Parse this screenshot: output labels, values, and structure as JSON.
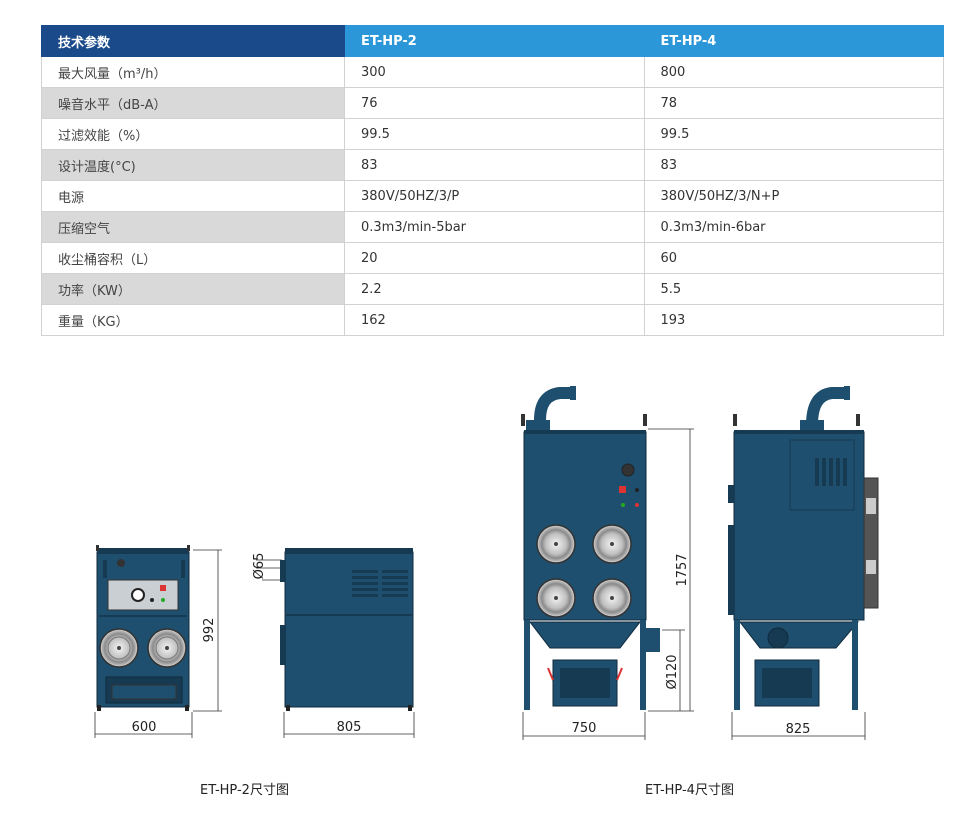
{
  "table": {
    "headers": [
      "技术参数",
      "ET-HP-2",
      "ET-HP-4"
    ],
    "rows": [
      [
        "最大风量（m³/h）",
        "300",
        "800"
      ],
      [
        "噪音水平（dB-A）",
        "76",
        "78"
      ],
      [
        "过滤效能（%）",
        "99.5",
        "99.5"
      ],
      [
        "设计温度(°C)",
        "83",
        "83"
      ],
      [
        "电源",
        "380V/50HZ/3/P",
        "380V/50HZ/3/N+P"
      ],
      [
        "压缩空气",
        "0.3m3/min-5bar",
        "0.3m3/min-6bar"
      ],
      [
        "收尘桶容积（L）",
        "20",
        "60"
      ],
      [
        "功率（KW）",
        "2.2",
        "5.5"
      ],
      [
        "重量（KG）",
        "162",
        "193"
      ]
    ]
  },
  "drawings": {
    "hp2": {
      "caption": "ET-HP-2尺寸图",
      "width": "600",
      "height": "992",
      "depth": "805",
      "pipe": "Ø65"
    },
    "hp4": {
      "caption": "ET-HP-4尺寸图",
      "width": "750",
      "height": "1757",
      "depth": "825",
      "pipe": "Ø120"
    }
  },
  "colors": {
    "header_dark": "#1a4a8a",
    "header_light": "#2b96d8",
    "machine": "#1f4f6e",
    "machine_dark": "#163a52"
  }
}
